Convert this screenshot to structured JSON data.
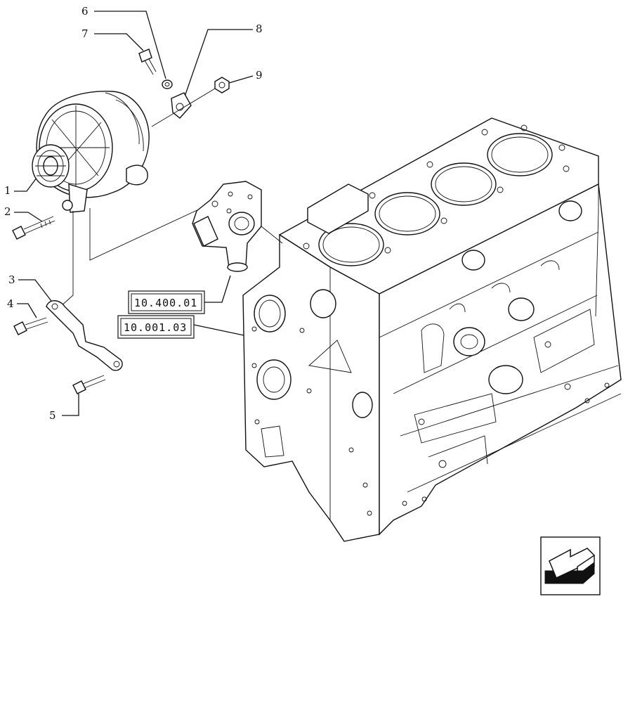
{
  "callouts": [
    {
      "id": "1",
      "label": "1"
    },
    {
      "id": "2",
      "label": "2"
    },
    {
      "id": "3",
      "label": "3"
    },
    {
      "id": "4",
      "label": "4"
    },
    {
      "id": "5",
      "label": "5"
    },
    {
      "id": "6",
      "label": "6"
    },
    {
      "id": "7",
      "label": "7"
    },
    {
      "id": "8",
      "label": "8"
    },
    {
      "id": "9",
      "label": "9"
    }
  ],
  "references": [
    {
      "label": "10.400.01"
    },
    {
      "label": "10.001.03"
    }
  ],
  "nav": {
    "icon": "back-arrow-icon"
  }
}
